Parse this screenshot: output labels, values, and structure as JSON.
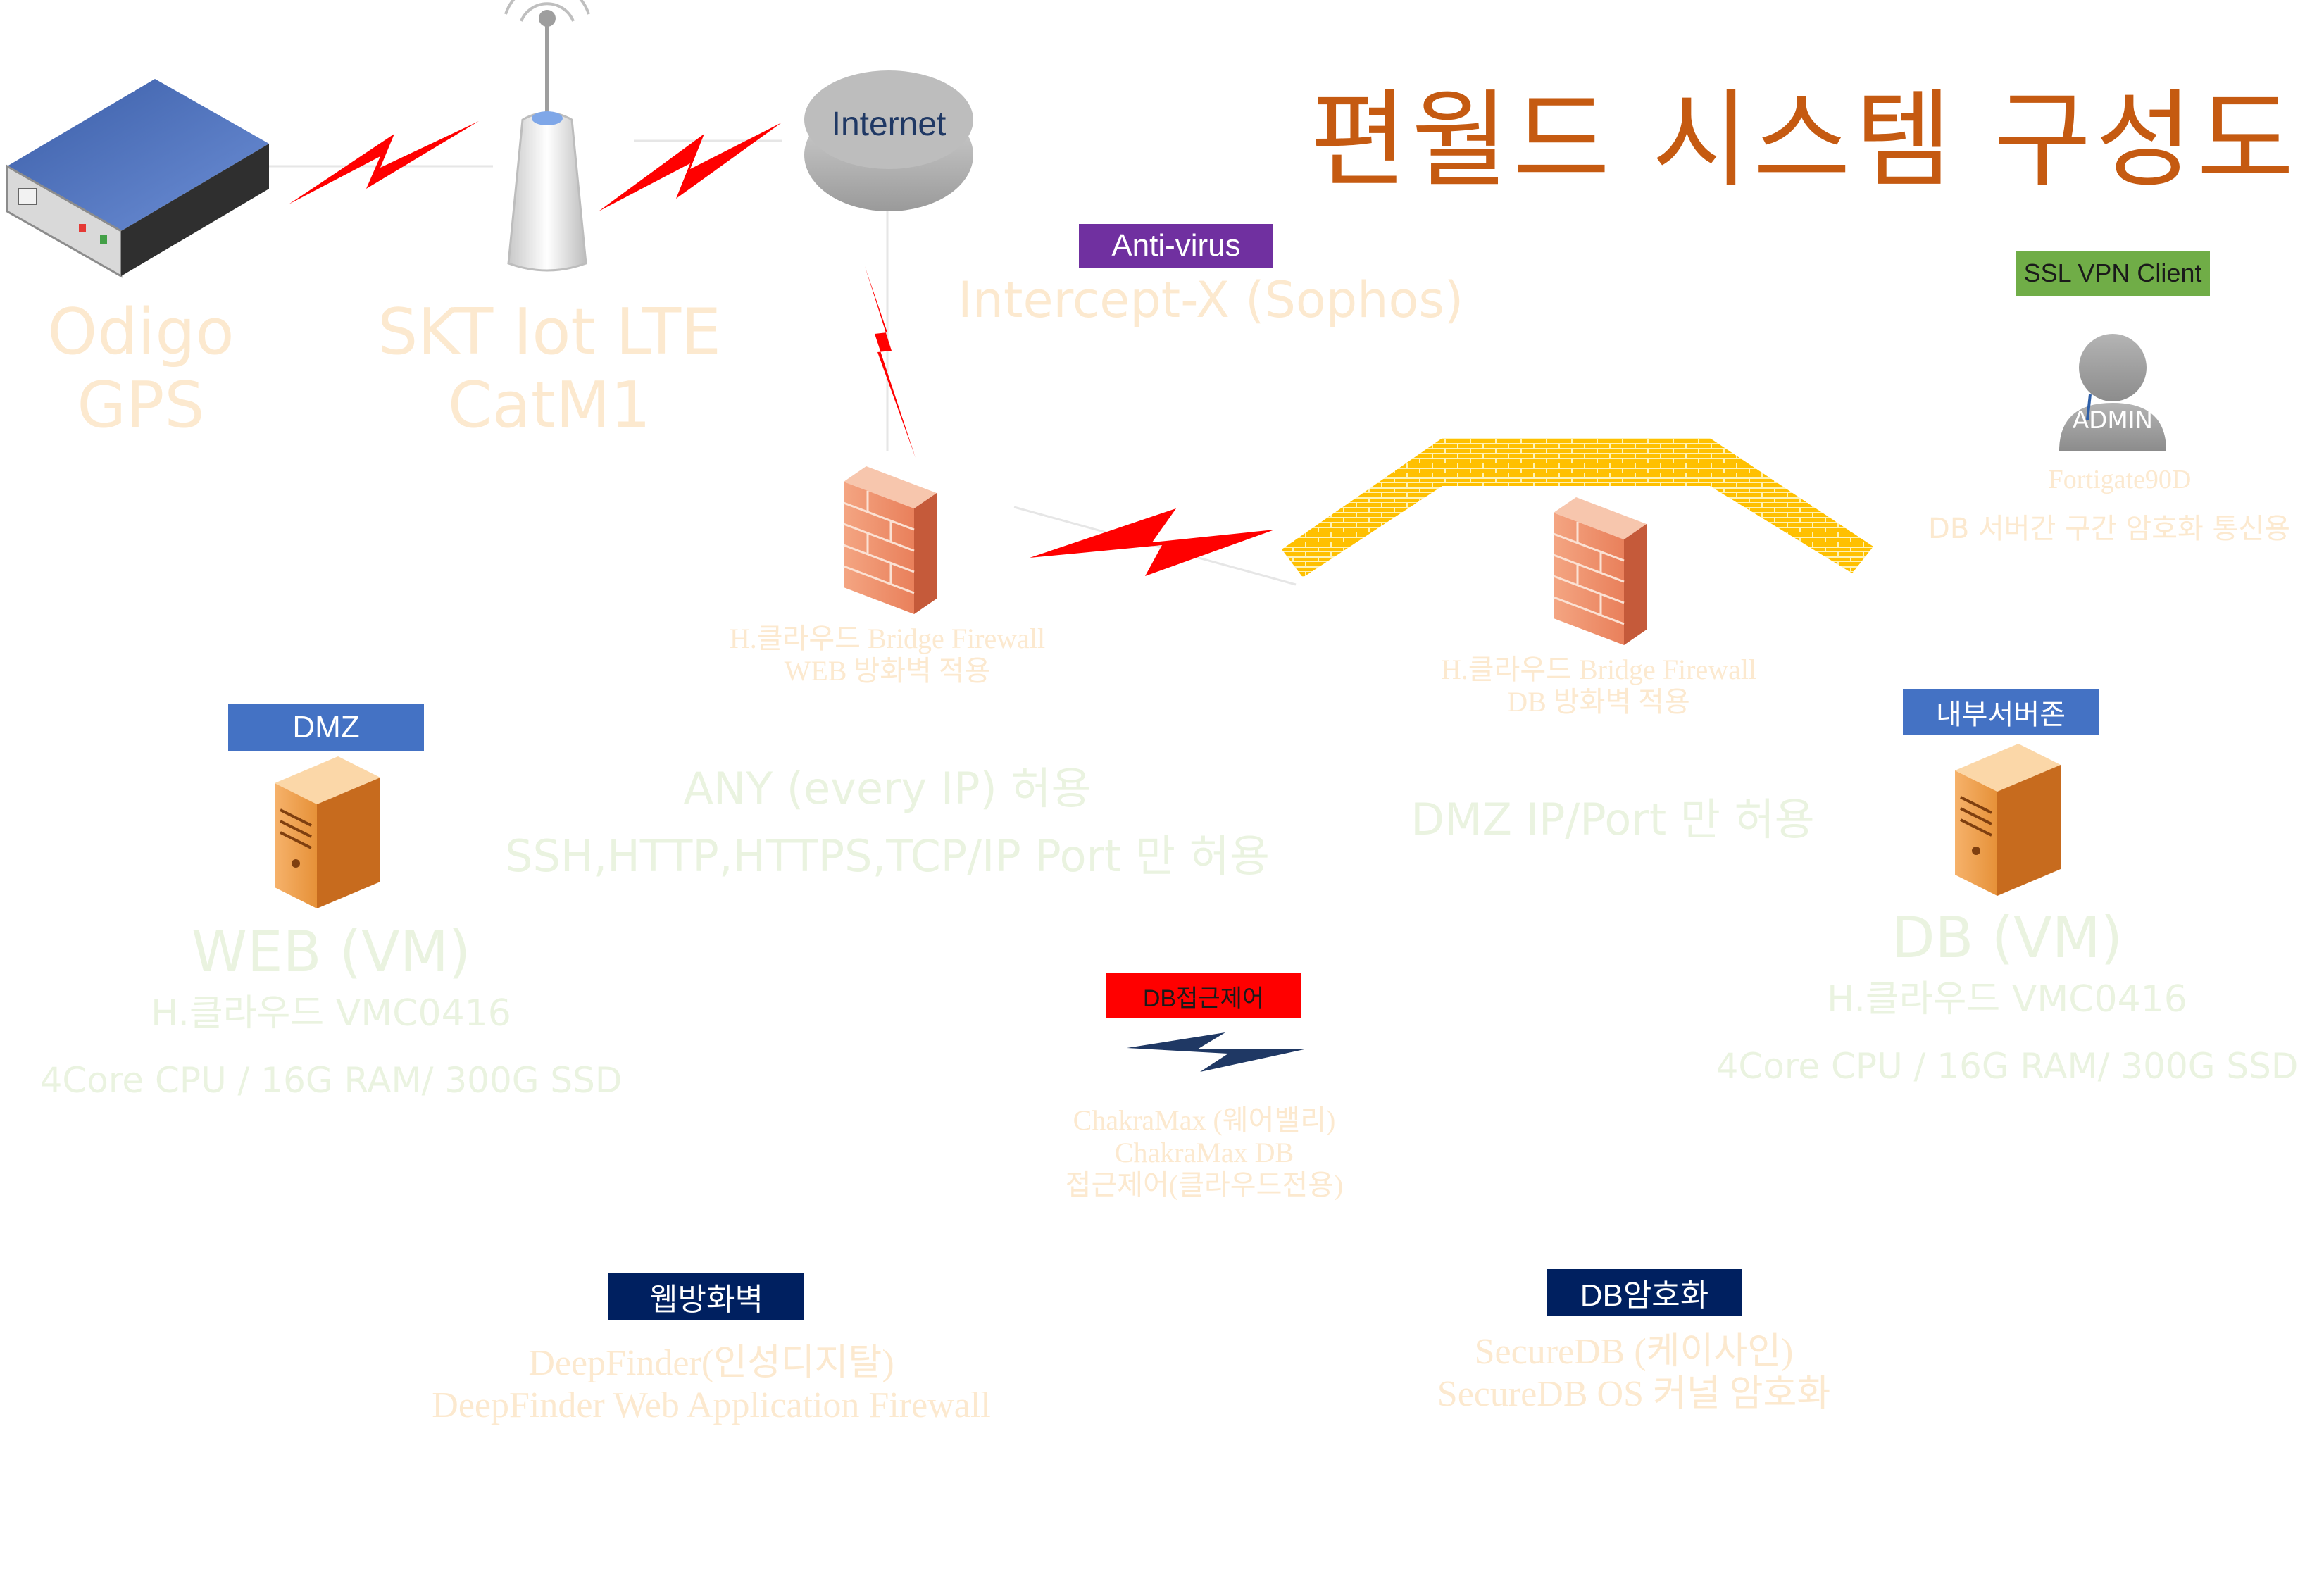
{
  "title": "편월드 시스템 구성도",
  "colors": {
    "title": "#c55a11",
    "bolt_red": "#ff0000",
    "bolt_navy": "#1f3864",
    "brick_yellow": "#ffc000",
    "tag_purple": "#7030a0",
    "tag_green": "#70ad47",
    "tag_blue": "#4472c4",
    "tag_red": "#ff0000",
    "tag_navy": "#002060",
    "label_peach": "#fce9cf",
    "label_green": "#eaf3e0"
  },
  "nodes": {
    "gps": {
      "icon": "gps-device-icon",
      "label_line1": "Odigo",
      "label_line2": "GPS"
    },
    "lte": {
      "icon": "antenna-tower-icon",
      "label_line1": "SKT Iot LTE",
      "label_line2": "CatM1"
    },
    "internet": {
      "icon": "internet-cloud-icon",
      "label": "Internet"
    },
    "web_firewall": {
      "icon": "firewall-icon",
      "label_line1": "H.클라우드 Bridge Firewall",
      "label_line2": "WEB 방화벽 적용"
    },
    "db_firewall": {
      "icon": "firewall-icon",
      "label_line1": "H.클라우드 Bridge Firewall",
      "label_line2": "DB 방화벽 적용"
    },
    "admin": {
      "icon": "admin-user-icon",
      "badge": "ADMIN",
      "label_line1": "Fortigate90D",
      "label_line2": "DB 서버간 구간 암호화 통신용"
    },
    "web_vm": {
      "icon": "server-icon",
      "title": "WEB (VM)",
      "line1": "H.클라우드 VMC0416",
      "line2": "4Core CPU / 16G RAM/ 300G SSD"
    },
    "db_vm": {
      "icon": "server-icon",
      "title": "DB (VM)",
      "line1": "H.클라우드 VMC0416",
      "line2": "4Core CPU / 16G RAM/ 300G SSD"
    }
  },
  "tags": {
    "antivirus": {
      "label": "Anti-virus",
      "desc": "Intercept-X (Sophos)"
    },
    "ssl_vpn": {
      "label": "SSL VPN Client"
    },
    "dmz": {
      "label": "DMZ"
    },
    "internal": {
      "label": "내부서버존"
    },
    "db_access": {
      "label": "DB접근제어",
      "line1": "ChakraMax (웨어밸리)",
      "line2": "ChakraMax DB",
      "line3": "접근제어(클라우드전용)"
    },
    "waf": {
      "label": "웹방화벽",
      "line1": "DeepFinder(인성디지탈)",
      "line2": "DeepFinder Web Application Firewall"
    },
    "db_encrypt": {
      "label": "DB암호화",
      "line1": "SecureDB (케이사인)",
      "line2": "SecureDB OS 커널 암호화"
    }
  },
  "policies": {
    "web_rule_line1": "ANY (every IP) 허용",
    "web_rule_line2": "SSH,HTTP,HTTPS,TCP/IP Port 만 허용",
    "db_rule": "DMZ IP/Port 만 허용"
  }
}
